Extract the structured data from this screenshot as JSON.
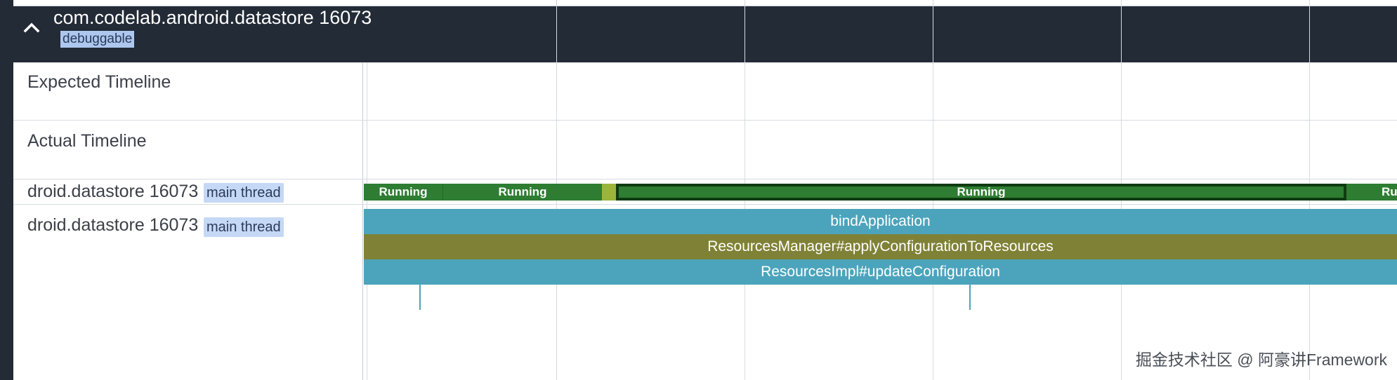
{
  "process": {
    "title": "com.codelab.android.datastore 16073",
    "tag": "debuggable"
  },
  "tracks": {
    "expected": "Expected Timeline",
    "actual": "Actual Timeline",
    "thread_row1": {
      "name": "droid.datastore 16073",
      "tag": "main thread"
    },
    "thread_row2": {
      "name": "droid.datastore 16073",
      "tag": "main thread"
    }
  },
  "states": [
    {
      "label": "Running",
      "color": "#2e7d32"
    },
    {
      "label": "Running",
      "color": "#2e7d32"
    },
    {
      "label": "",
      "color": "#9cb43a"
    },
    {
      "label": "Running",
      "color": "#2e7d32"
    },
    {
      "label": "Running",
      "color": "#2e7d32"
    }
  ],
  "slices": [
    {
      "label": "bindApplication",
      "color": "#4ba4bc"
    },
    {
      "label": "ResourcesManager#applyConfigurationToResources",
      "color": "#7f8236"
    },
    {
      "label": "ResourcesImpl#updateConfiguration",
      "color": "#4ba4bc"
    }
  ],
  "watermark": "掘金技术社区 @ 阿豪讲Framework"
}
